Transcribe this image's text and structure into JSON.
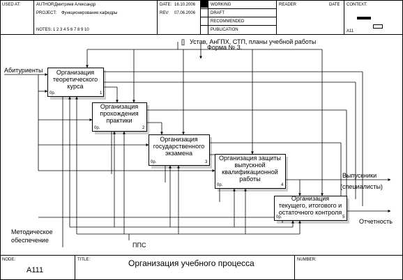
{
  "header": {
    "used_at": "USED AT:",
    "author_label": "AUTHOR:",
    "author": "Дмитриев Александр",
    "project_label": "PROJECT:",
    "project": "Функционирование кафедры",
    "date_label": "DATE:",
    "date": "16.10.2006",
    "rev_label": "REV:",
    "rev": "07.06.2006",
    "notes_label": "NOTES:",
    "notes": "1 2 3 4 5 6 7 8 9 10",
    "status": [
      "WORKING",
      "DRAFT",
      "RECOMMENDED",
      "PUBLICATION"
    ],
    "reader": "READER",
    "reader_date": "DATE",
    "context": "CONTEXT:",
    "context_node": "A11"
  },
  "diagram": {
    "controls": [
      "[]",
      "Устав, АнГПХ, СТП, планы учебной работы",
      "Форма № 3."
    ],
    "inputs": [
      "Абитуриенты"
    ],
    "outputs": [
      "Выпускники",
      "(специалисты)",
      "Отчетность"
    ],
    "mechanisms": [
      "Методическое",
      "обеспечение",
      "ППС"
    ],
    "boxes": [
      {
        "lines": [
          "Организация",
          "теоретического",
          "курса"
        ],
        "ppr": "0р.",
        "num": "1"
      },
      {
        "lines": [
          "Организация",
          "прохождения",
          "практики"
        ],
        "ppr": "0р.",
        "num": "2"
      },
      {
        "lines": [
          "Организация",
          "государственного",
          "экзамена"
        ],
        "ppr": "0р.",
        "num": "3"
      },
      {
        "lines": [
          "Организация защиты",
          "выпускной",
          "квалификационной",
          "работы"
        ],
        "ppr": "0р.",
        "num": "4"
      },
      {
        "lines": [
          "Организация",
          "текущего, итогового и",
          "остаточного контроля"
        ],
        "ppr": "0р.",
        "num": "5"
      }
    ]
  },
  "footer": {
    "node_label": "NODE:",
    "node": "А111",
    "title_label": "TITLE:",
    "title": "Организация учебного процесса",
    "number_label": "NUMBER:"
  }
}
